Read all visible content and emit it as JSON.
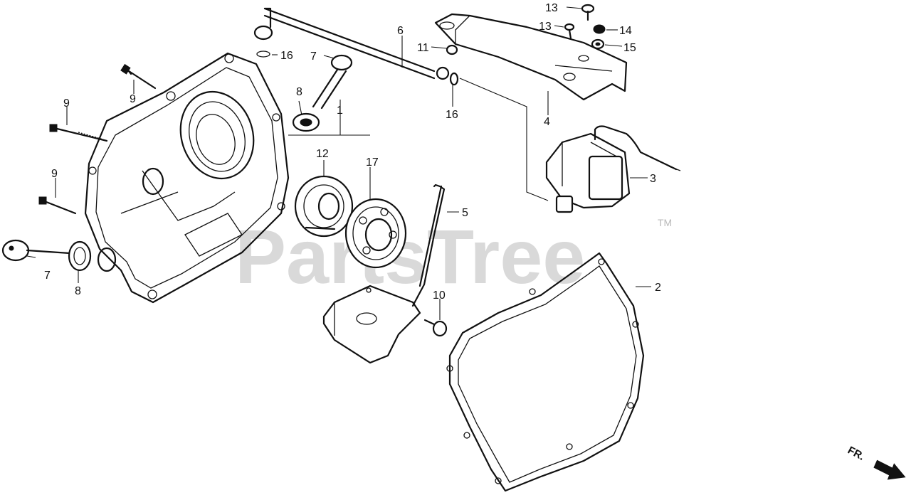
{
  "diagram": {
    "watermark": "PartsTree",
    "trademark": "TM",
    "direction_label": "FR.",
    "callouts": {
      "c1": "1",
      "c2": "2",
      "c3": "3",
      "c4": "4",
      "c5": "5",
      "c6": "6",
      "c7a": "7",
      "c7b": "7",
      "c8a": "8",
      "c8b": "8",
      "c9a": "9",
      "c9b": "9",
      "c9c": "9",
      "c10": "10",
      "c11": "11",
      "c12": "12",
      "c13a": "13",
      "c13b": "13",
      "c14": "14",
      "c15": "15",
      "c16a": "16",
      "c16b": "16",
      "c17": "17"
    }
  }
}
